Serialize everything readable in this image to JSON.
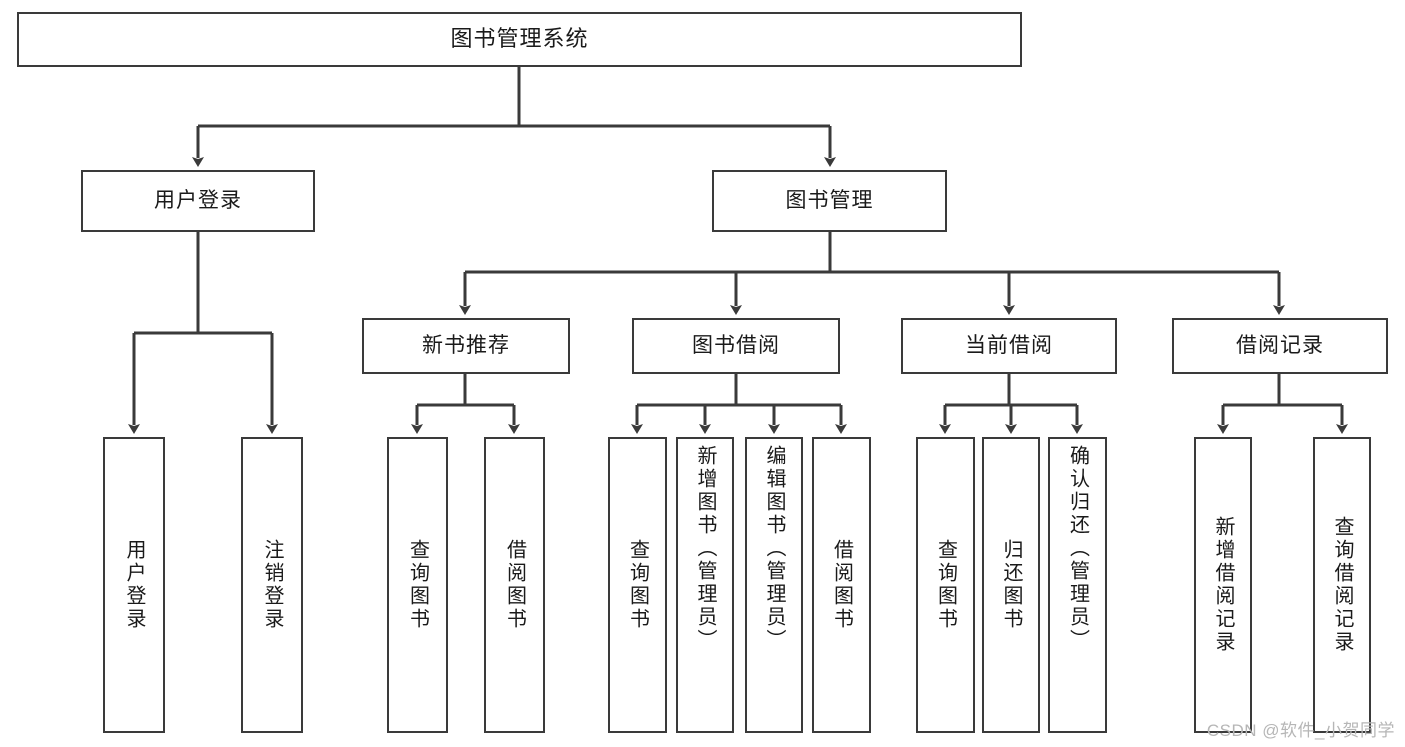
{
  "diagram": {
    "title": "图书管理系统",
    "root": {
      "label": "图书管理系统"
    },
    "level2": [
      {
        "label": "用户登录"
      },
      {
        "label": "图书管理"
      }
    ],
    "level3": [
      {
        "label": "新书推荐"
      },
      {
        "label": "图书借阅"
      },
      {
        "label": "当前借阅"
      },
      {
        "label": "借阅记录"
      }
    ],
    "leaves": {
      "user_login": [
        {
          "label": "用户登录"
        },
        {
          "label": "注销登录"
        }
      ],
      "new_book_recommend": [
        {
          "label": "查询图书"
        },
        {
          "label": "借阅图书"
        }
      ],
      "book_borrow": [
        {
          "label": "查询图书"
        },
        {
          "label": "新增图书（管理员）"
        },
        {
          "label": "编辑图书（管理员）"
        },
        {
          "label": "借阅图书"
        }
      ],
      "current_borrow": [
        {
          "label": "查询图书"
        },
        {
          "label": "归还图书"
        },
        {
          "label": "确认归还（管理员）"
        }
      ],
      "borrow_record": [
        {
          "label": "新增借阅记录"
        },
        {
          "label": "查询借阅记录"
        }
      ]
    }
  },
  "watermark": {
    "text": "CSDN @软件_小贺同学"
  },
  "colors": {
    "stroke": "#3a3a3a",
    "box_fill": "#ffffff",
    "text": "#1a1a1a",
    "watermark": "#b6b6b6",
    "background": "#ffffff"
  }
}
